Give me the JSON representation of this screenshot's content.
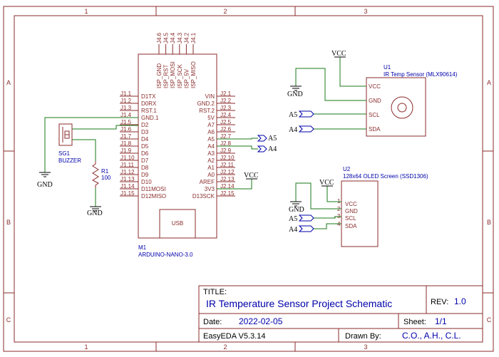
{
  "border": {
    "columns": [
      "1",
      "2",
      "3"
    ],
    "rows": [
      "A",
      "B",
      "C"
    ]
  },
  "arduino": {
    "ref": "M1",
    "part": "ARDUINO-NANO-3.0",
    "usb_label": "USB",
    "top_pins": [
      "ISP_GND",
      "ISP_RST",
      "ISP_MOSI",
      "ISP_SCK",
      "ISP_5V",
      "ISP_MISO"
    ],
    "top_pin_nums": [
      "J4.6",
      "J4.5",
      "J4.4",
      "J4.3",
      "J4.2",
      "J4.1"
    ],
    "left_pins": [
      "D1TX",
      "D0RX",
      "RST.1",
      "GND.1",
      "D2",
      "D3",
      "D4",
      "D5",
      "D6",
      "D7",
      "D8",
      "D9",
      "D10",
      "D11MOSI",
      "D12MISO"
    ],
    "left_pin_nums": [
      "J1.1",
      "J1.2",
      "J1.3",
      "J1.4",
      "J1.5",
      "J1.6",
      "J1.7",
      "J1.8",
      "J1.9",
      "J1.10",
      "J1.11",
      "J1.12",
      "J1.13",
      "J1.14",
      "J1.15"
    ],
    "right_pins": [
      "VIN",
      "GND.2",
      "RST.2",
      "5V",
      "A7",
      "A6",
      "A5",
      "A4",
      "A3",
      "A2",
      "A1",
      "A0",
      "AREF",
      "3V3",
      "D13SCK"
    ],
    "right_pin_nums": [
      "J2.1",
      "J2.2",
      "J2.3",
      "J2.4",
      "J2.5",
      "J2.6",
      "J2.7",
      "J2.8",
      "J2.9",
      "J2.10",
      "J2.11",
      "J2.12",
      "J2.13",
      "J2.14",
      "J2.15"
    ]
  },
  "buzzer": {
    "ref": "SG1",
    "part": "BUZZER"
  },
  "resistor": {
    "ref": "R1",
    "value": "100"
  },
  "u1": {
    "ref": "U1",
    "part": "IR Temp Sensor (MLX90614)",
    "pins": [
      "VCC",
      "GND",
      "SCL",
      "SDA"
    ]
  },
  "u2": {
    "ref": "U2",
    "part": "128x64 OLED Screen (SSD1306)",
    "pins": [
      "VCC",
      "GND",
      "SCL",
      "SDA"
    ],
    "pin_nums": [
      "1",
      "2",
      "3",
      "4"
    ]
  },
  "nets": {
    "gnd": "GND",
    "vcc": "VCC",
    "a5": "A5",
    "a4": "A4"
  },
  "title_block": {
    "title_label": "TITLE:",
    "title": "IR Temperature Sensor Project Schematic",
    "rev_label": "REV:",
    "rev": "1.0",
    "date_label": "Date:",
    "date": "2022-02-05",
    "sheet_label": "Sheet:",
    "sheet": "1/1",
    "software": "EasyEDA V5.3.14",
    "drawn_label": "Drawn By:",
    "drawn": "C.O., A.H., C.L."
  }
}
